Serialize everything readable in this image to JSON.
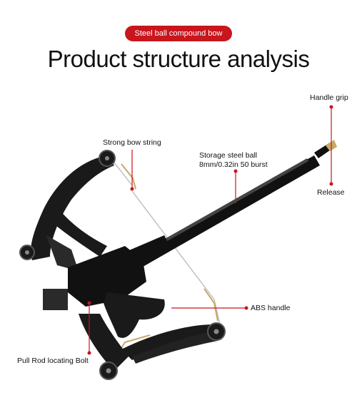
{
  "badge": "Steel ball compound bow",
  "title": "Product structure analysis",
  "callouts": {
    "handle_grip": "Handle grip",
    "release": "Release",
    "strong_bow_string": "Strong bow string",
    "storage_line1": "Storage steel ball",
    "storage_line2": "8mm/0.32in 50 burst",
    "abs_handle": "ABS handle",
    "pull_rod": "Pull Rod locating Bolt"
  },
  "colors": {
    "accent": "#c8161d",
    "body": "#111111",
    "string": "#b8b8b8",
    "cable_gold": "#c9a86a"
  }
}
